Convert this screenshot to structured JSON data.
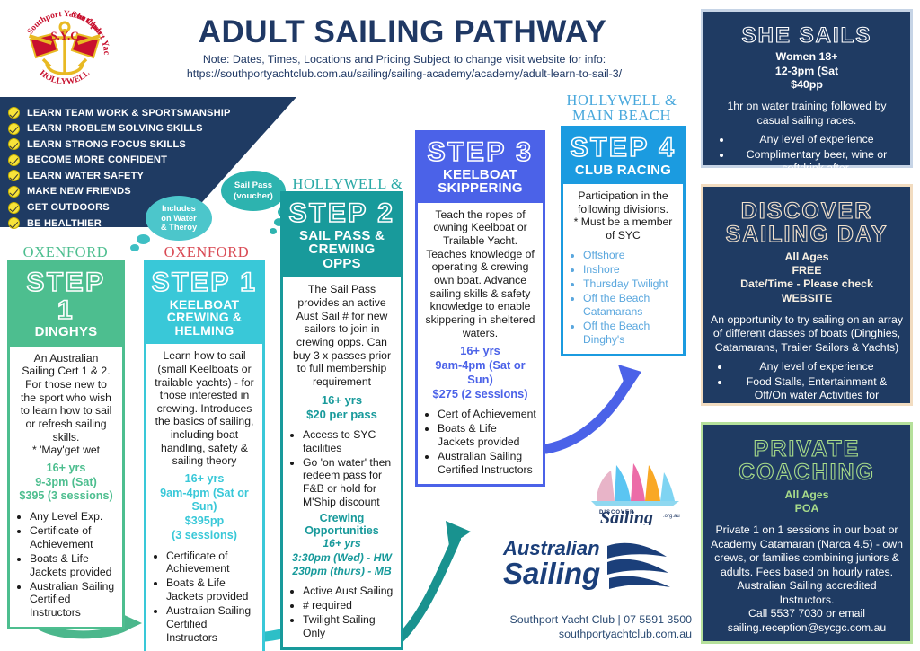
{
  "header": {
    "title": "ADULT SAILING PATHWAY",
    "note_line1": "Note: Dates, Times, Locations and Pricing Subject to change visit website for info:",
    "note_line2": "https://southportyachtclub.com.au/sailing/sailing-academy/academy/adult-learn-to-sail-3/",
    "logo_alt": "Southport Yacht Club Hollywell"
  },
  "benefits": [
    "LEARN TEAM WORK & SPORTSMANSHIP",
    "LEARN PROBLEM SOLVING SKILLS",
    "LEARN STRONG FOCUS SKILLS",
    "BECOME MORE CONFIDENT",
    "LEARN WATER SAFETY",
    "MAKE NEW FRIENDS",
    "GET OUTDOORS",
    "BE HEALTHIER"
  ],
  "bubbles": {
    "includes": "Includes\non Water\n& Theroy",
    "sail_pass": "Sail Pass\n(voucher)"
  },
  "locations": {
    "dinghy": "OXENFORD",
    "keelboat": "OXENFORD",
    "step2": "HOLLYWELL &\nMAIN BEACH",
    "step3": "HOLLYWELL",
    "step4": "HOLLYWELL &\nMAIN BEACH"
  },
  "steps": [
    {
      "id": "dinghy",
      "number": "STEP 1",
      "subtitle": "DINGHYS",
      "color": "#4DBE8F",
      "description": "An Australian Sailing Cert 1 & 2. For those new to the sport who wish to learn how to sail or refresh sailing skills.\n* 'May'get wet",
      "price_lines": [
        "16+ yrs",
        "9-3pm (Sat)",
        "$395 (3 sessions)"
      ],
      "bullets": [
        "Any Level Exp.",
        "Certificate of Achievement",
        "Boats & Life Jackets provided",
        "Australian Sailing Certified Instructors"
      ]
    },
    {
      "id": "keelboat",
      "number": "STEP 1",
      "subtitle": "KEELBOAT\nCREWING &\nHELMING",
      "color": "#39C8D8",
      "description": "Learn how to sail (small Keelboats or trailable yachts) - for those interested in crewing. Introduces the basics of sailing, including boat handling, safety & sailing theory",
      "price_lines": [
        "16+ yrs",
        "9am-4pm (Sat or Sun)",
        "$395pp",
        "(3 sessions)"
      ],
      "bullets": [
        "Certificate of Achievement",
        "Boats & Life Jackets provided",
        "Australian Sailing Certified Instructors"
      ]
    },
    {
      "id": "step2",
      "number": "STEP 2",
      "subtitle": "SAIL PASS &\nCREWING\nOPPS",
      "color": "#189A9B",
      "description": "The Sail Pass provides an active Aust Sail # for new sailors to join in crewing opps. Can buy 3 x passes prior to full membership requirement",
      "price_lines": [
        "16+ yrs",
        "$20 per pass"
      ],
      "bullets": [
        "Access to SYC facilities",
        "Go 'on water' then redeem pass for F&B or hold for M'Ship discount"
      ],
      "crew_heading": "Crewing Opportunities",
      "crew_times": [
        "16+ yrs",
        "3:30pm (Wed) - HW",
        "230pm (thurs) - MB"
      ],
      "crew_bullets": [
        "Active Aust Sailing",
        "# required",
        "Twilight Sailing Only"
      ]
    },
    {
      "id": "step3",
      "number": "STEP 3",
      "subtitle": "KEELBOAT\nSKIPPERING",
      "color": "#4B62E8",
      "description": "Teach the ropes of owning Keelboat or Trailable Yacht. Teaches knowledge of operating & crewing own boat. Advance sailing skills & safety knowledge to enable skippering in sheltered waters.",
      "price_lines": [
        "16+ yrs",
        "9am-4pm (Sat or Sun)",
        "$275 (2 sessions)"
      ],
      "bullets": [
        "Cert of Achievement",
        "Boats & Life Jackets provided",
        "Australian Sailing Certified Instructors"
      ]
    },
    {
      "id": "step4",
      "number": "STEP 4",
      "subtitle": "CLUB RACING",
      "color": "#1B9BE0",
      "description": "Participation in the following divisions.\n* Must be a member of SYC",
      "price_lines": [],
      "bullets": [
        "Offshore",
        "Inshore",
        "Thursday Twilight",
        "Off the Beach Catamarans",
        "Off the Beach Dinghy's"
      ]
    }
  ],
  "panels": [
    {
      "id": "she-sails",
      "title": "SHE SAILS",
      "meta": [
        "Women 18+",
        "12-3pm (Sat",
        "$40pp"
      ],
      "body": "1hr on water training followed by casual sailing races.",
      "bullets": [
        "Any level of experience",
        "Complimentary beer, wine or softdrink after."
      ],
      "border": "#C6D4E6"
    },
    {
      "id": "discover-sailing-day",
      "title": "DISCOVER\nSAILING DAY",
      "meta": [
        "All Ages",
        "FREE",
        "Date/Time - Please check",
        "WEBSITE"
      ],
      "body": "An opportunity to try sailing on an array of different classes of boats (Dinghies, Catamarans, Trailer Sailors & Yachts)",
      "bullets": [
        "Any level of experience",
        "Food Stalls, Entertainment & Off/On water Activities for everyone"
      ],
      "border": "#F2DCC0"
    },
    {
      "id": "private-coaching",
      "title": "PRIVATE\nCOACHING",
      "meta": [
        "All Ages",
        "POA"
      ],
      "body": "Private 1 on 1 sessions in our boat or Academy Catamaran (Narca 4.5) - own crews, or families combining juniors & adults. Fees based on hourly rates. Australian Sailing accredited Instructors.\nCall 5537 7030 or email sailing.reception@sycgc.com.au",
      "bullets": [],
      "border": "#B5E09B"
    }
  ],
  "logos": {
    "discover_sailing": "DISCOVER Sailing .org.au",
    "australian_sailing": "Australian Sailing"
  },
  "footer": {
    "line1": "Southport Yacht Club | 07 5591 3500",
    "line2": "southportyachtclub.com.au"
  },
  "colors": {
    "navy": "#1F3B63",
    "title_navy": "#1F3864",
    "green": "#4DBE8F",
    "cyan": "#39C8D8",
    "teal": "#189A9B",
    "indigo": "#4B62E8",
    "blue": "#1B9BE0",
    "red": "#D94A54"
  }
}
